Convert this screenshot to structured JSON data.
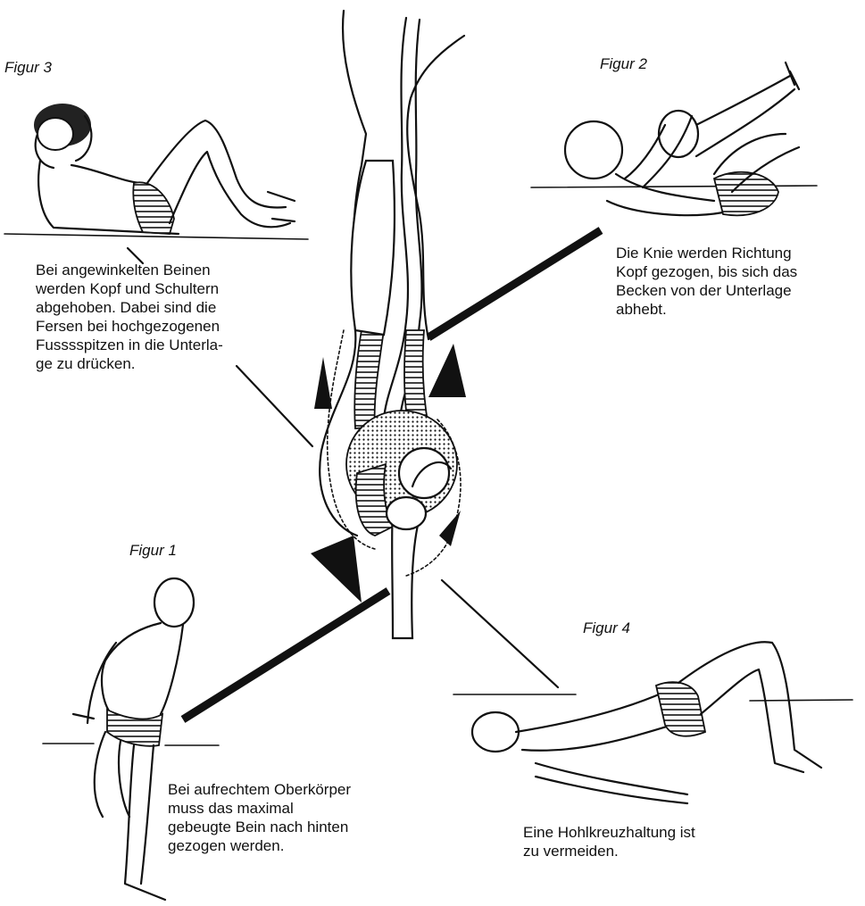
{
  "figures": {
    "fig1": {
      "label": "Figur 1",
      "caption": "Bei aufrechtem Oberkörper\nmuss das maximal\ngebeugte Bein nach hinten\ngezogen werden."
    },
    "fig2": {
      "label": "Figur 2",
      "caption": "Die Knie werden Richtung\nKopf gezogen, bis sich das\nBecken von der Unterlage\nabhebt."
    },
    "fig3": {
      "label": "Figur 3",
      "caption": "Bei angewinkelten Beinen\nwerden Kopf und Schultern\nabgehoben. Dabei sind die\nFersen bei hochgezogenen\nFusssspitzen in die Unterla-\nge zu drücken."
    },
    "fig4": {
      "label": "Figur 4",
      "caption": "Eine Hohlkreuzhaltung ist\nzu vermeiden."
    }
  }
}
